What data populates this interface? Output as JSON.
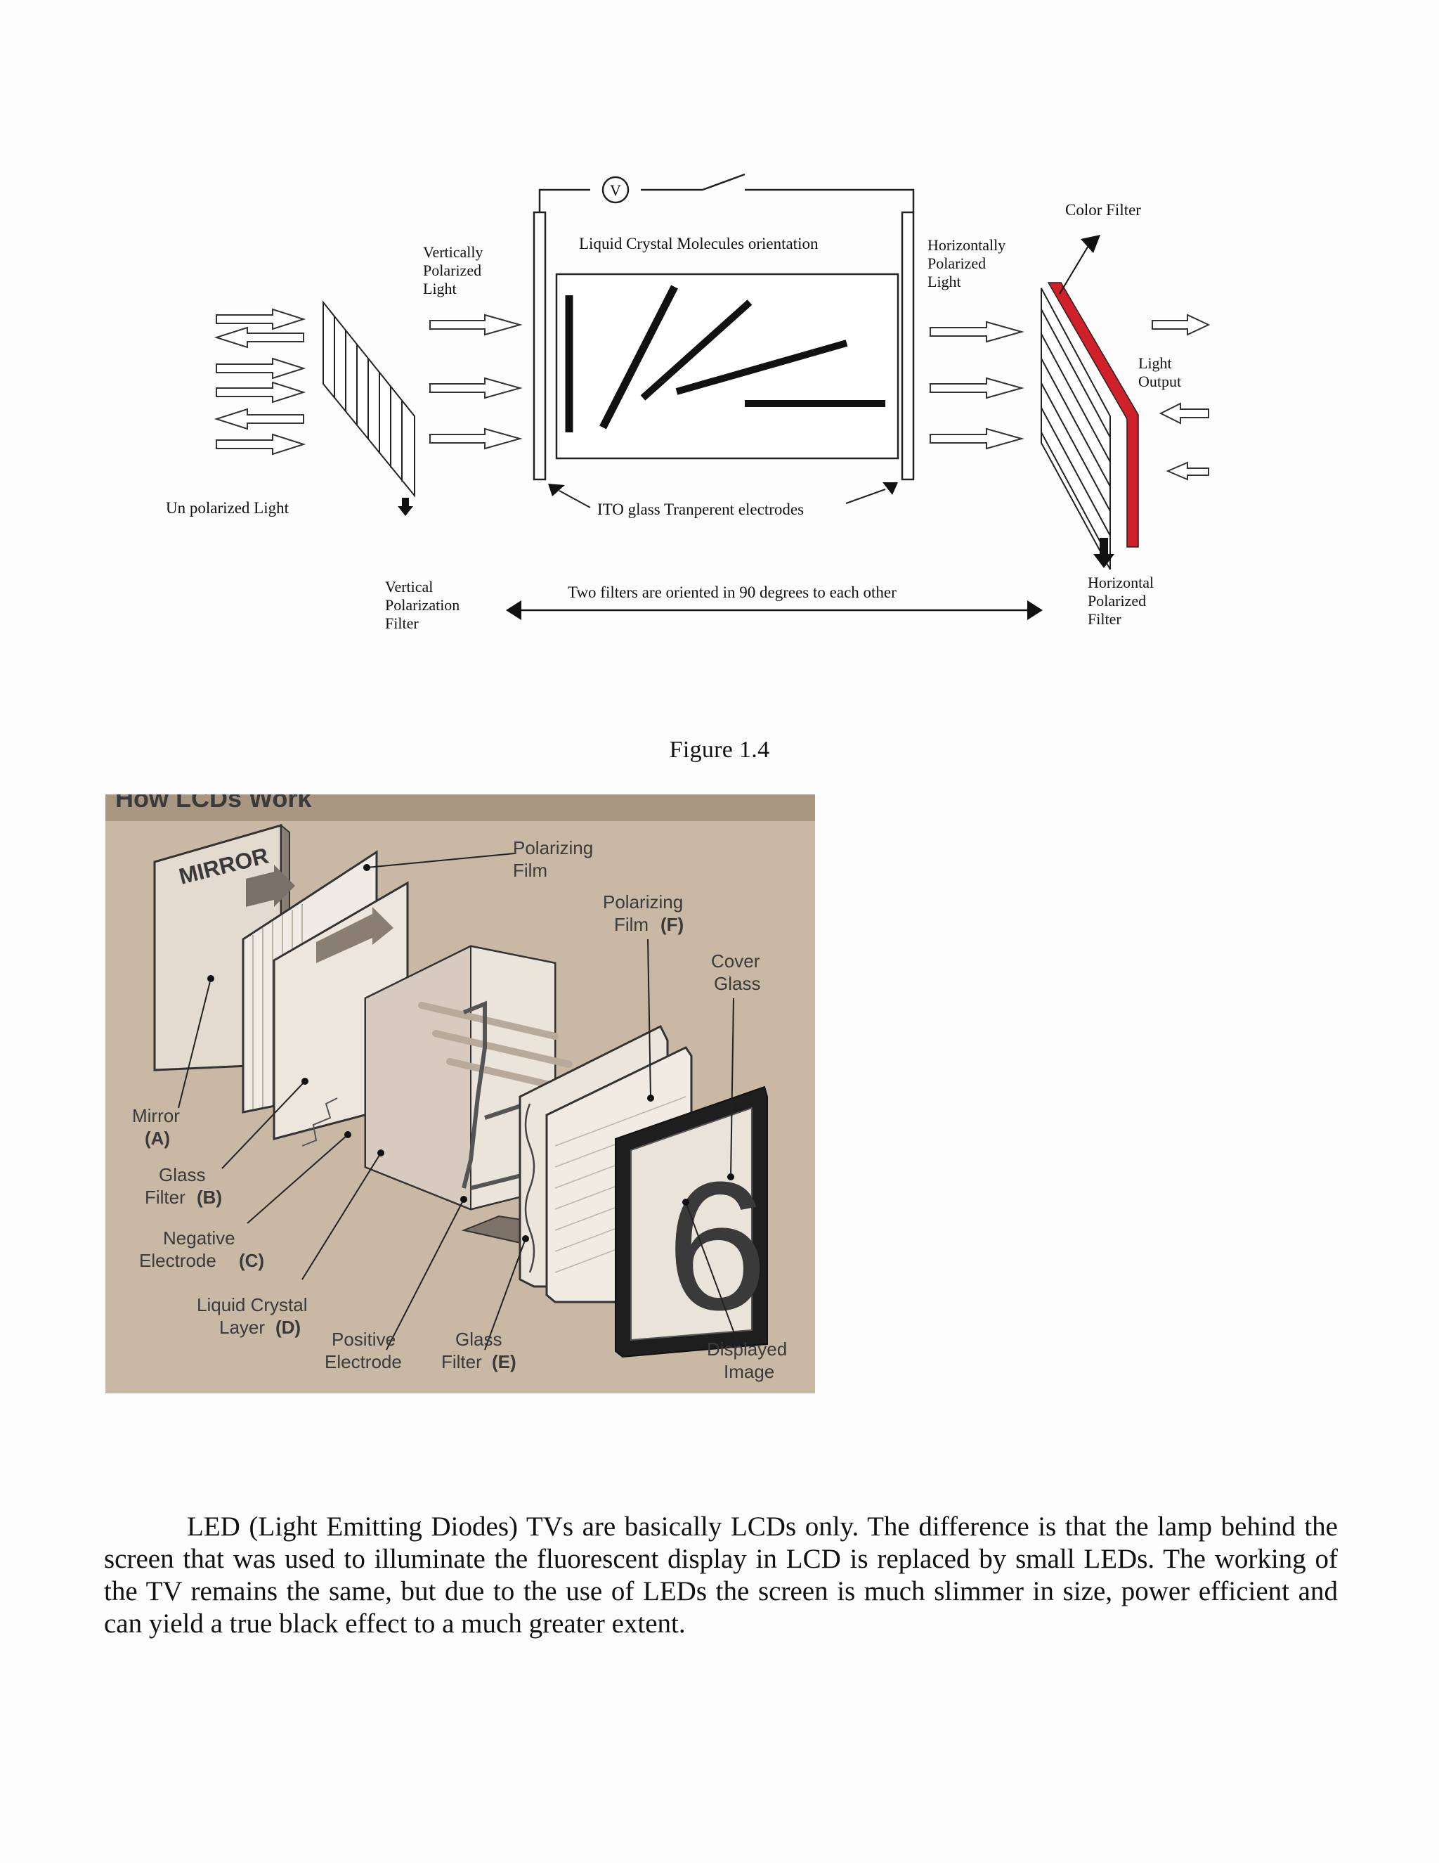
{
  "figure_top": {
    "voltmeter_symbol": "V",
    "labels": {
      "color_filter": "Color Filter",
      "lc_orientation": "Liquid Crystal Molecules orientation",
      "vert_pol_light_1": "Vertically",
      "vert_pol_light_2": "Polarized",
      "vert_pol_light_3": "Light",
      "horiz_pol_light_1": "Horizontally",
      "horiz_pol_light_2": "Polarized",
      "horiz_pol_light_3": "Light",
      "light_output_1": "Light",
      "light_output_2": "Output",
      "unpolarized_light": "Un polarized Light",
      "ito_glass": "ITO glass Tranperent electrodes",
      "vert_filter_1": "Vertical",
      "vert_filter_2": "Polarization",
      "vert_filter_3": "Filter",
      "two_filters": "Two filters are oriented in 90 degrees to each other",
      "horiz_filter_1": "Horizontal",
      "horiz_filter_2": "Polarized",
      "horiz_filter_3": "Filter"
    },
    "colors": {
      "color_filter": "#d0202a",
      "ink": "#111111"
    }
  },
  "caption": "Figure 1.4",
  "figure_bottom": {
    "header_text": "How LCDs Work",
    "mirror_text": "MIRROR",
    "digit": "6",
    "labels": {
      "polarizing_film_1": "Polarizing",
      "polarizing_film_2": "Film",
      "polarizing_film_f_1": "Polarizing",
      "polarizing_film_f_2": "Film",
      "polarizing_film_f_tag": "(F)",
      "cover_glass_1": "Cover",
      "cover_glass_2": "Glass",
      "mirror": "Mirror",
      "mirror_tag": "(A)",
      "glass_filter_b": "Glass",
      "glass_filter_b_2": "Filter",
      "glass_filter_b_tag": "(B)",
      "negative_electrode_1": "Negative",
      "negative_electrode_2": "Electrode",
      "negative_electrode_tag": "(C)",
      "liquid_crystal_1": "Liquid Crystal",
      "liquid_crystal_2": "Layer",
      "liquid_crystal_tag": "(D)",
      "positive_electrode_1": "Positive",
      "positive_electrode_2": "Electrode",
      "glass_filter_e_1": "Glass",
      "glass_filter_e_2": "Filter",
      "glass_filter_e_tag": "(E)",
      "displayed_image_1": "Displayed",
      "displayed_image_2": "Image"
    },
    "colors": {
      "background": "#c9b8a4",
      "header": "#a99781"
    }
  },
  "paragraph": "LED (Light Emitting Diodes) TVs are basically LCDs only. The difference is that the lamp behind the screen that was used to illuminate the fluorescent display in LCD is replaced by small LEDs. The working of the TV remains the same, but due to the use of LEDs the screen is much slimmer in size, power efficient and can yield a true black effect to a much greater extent."
}
